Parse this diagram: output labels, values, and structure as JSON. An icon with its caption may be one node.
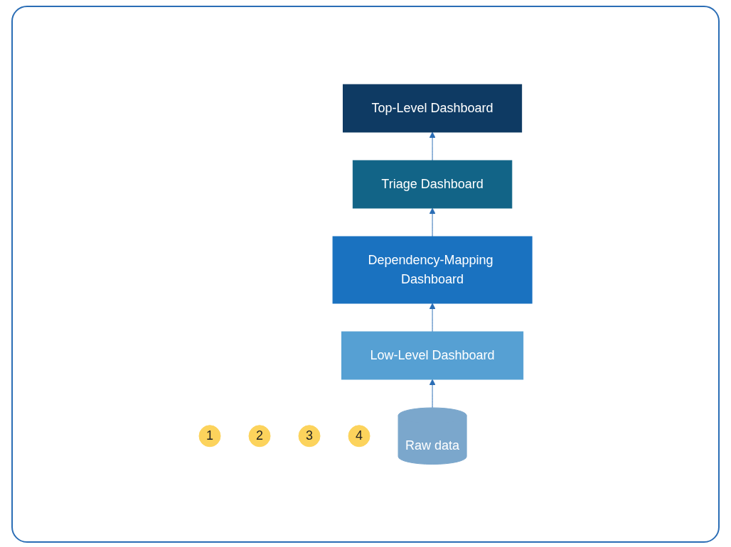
{
  "diagram": {
    "nodes": [
      {
        "text": [
          "Top-Level Dashboard"
        ]
      },
      {
        "text": [
          "1"
        ]
      },
      {
        "text": [
          "Triage Dashboard"
        ]
      },
      {
        "text": [
          "2"
        ]
      },
      {
        "text": [
          "Dependency-Mapping Dashboard"
        ]
      },
      {
        "text": [
          "3"
        ]
      },
      {
        "text": [
          "Low-Level Dashboard"
        ]
      },
      {
        "text": [
          "4"
        ]
      },
      {
        "text": [
          "Raw data"
        ]
      }
    ],
    "edges": [
      {
        "from": 8,
        "to": 6,
        "arrow": "to"
      },
      {
        "from": 6,
        "to": 4,
        "arrow": "to"
      },
      {
        "from": 4,
        "to": 2,
        "arrow": "to"
      },
      {
        "from": 2,
        "to": 0,
        "arrow": "to"
      }
    ]
  }
}
